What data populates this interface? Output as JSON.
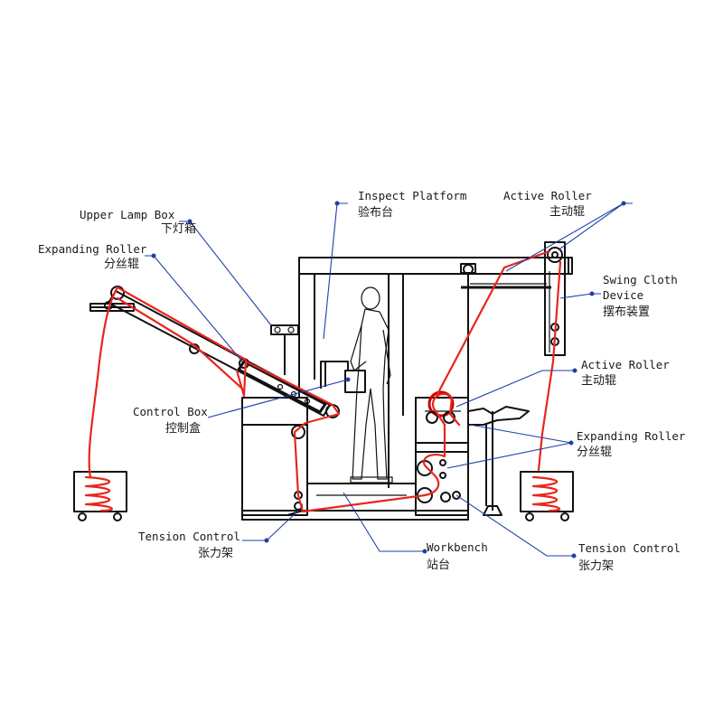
{
  "labels": {
    "upper_lamp_box": {
      "en": "Upper Lamp Box",
      "zh": "下灯箱"
    },
    "expanding_roller_left": {
      "en": "Expanding Roller",
      "zh": "分丝辊"
    },
    "control_box": {
      "en": "Control Box",
      "zh": "控制盒"
    },
    "tension_control_left": {
      "en": "Tension Control",
      "zh": "张力架"
    },
    "inspect_platform": {
      "en": "Inspect Platform",
      "zh": "验布台"
    },
    "workbench": {
      "en": "Workbench",
      "zh": "站台"
    },
    "active_roller_top": {
      "en": "Active Roller",
      "zh": "主动辊"
    },
    "swing_cloth_device": {
      "en_line1": "Swing Cloth",
      "en_line2": "Device",
      "zh": "摆布装置"
    },
    "active_roller_mid": {
      "en": "Active Roller",
      "zh": "主动辊"
    },
    "expanding_roller_right": {
      "en": "Expanding Roller",
      "zh": "分丝辊"
    },
    "tension_control_right": {
      "en": "Tension Control",
      "zh": "张力架"
    }
  },
  "colors": {
    "fabric": "#e8261c",
    "leader": "#1f3fa8",
    "machine": "#111111"
  }
}
